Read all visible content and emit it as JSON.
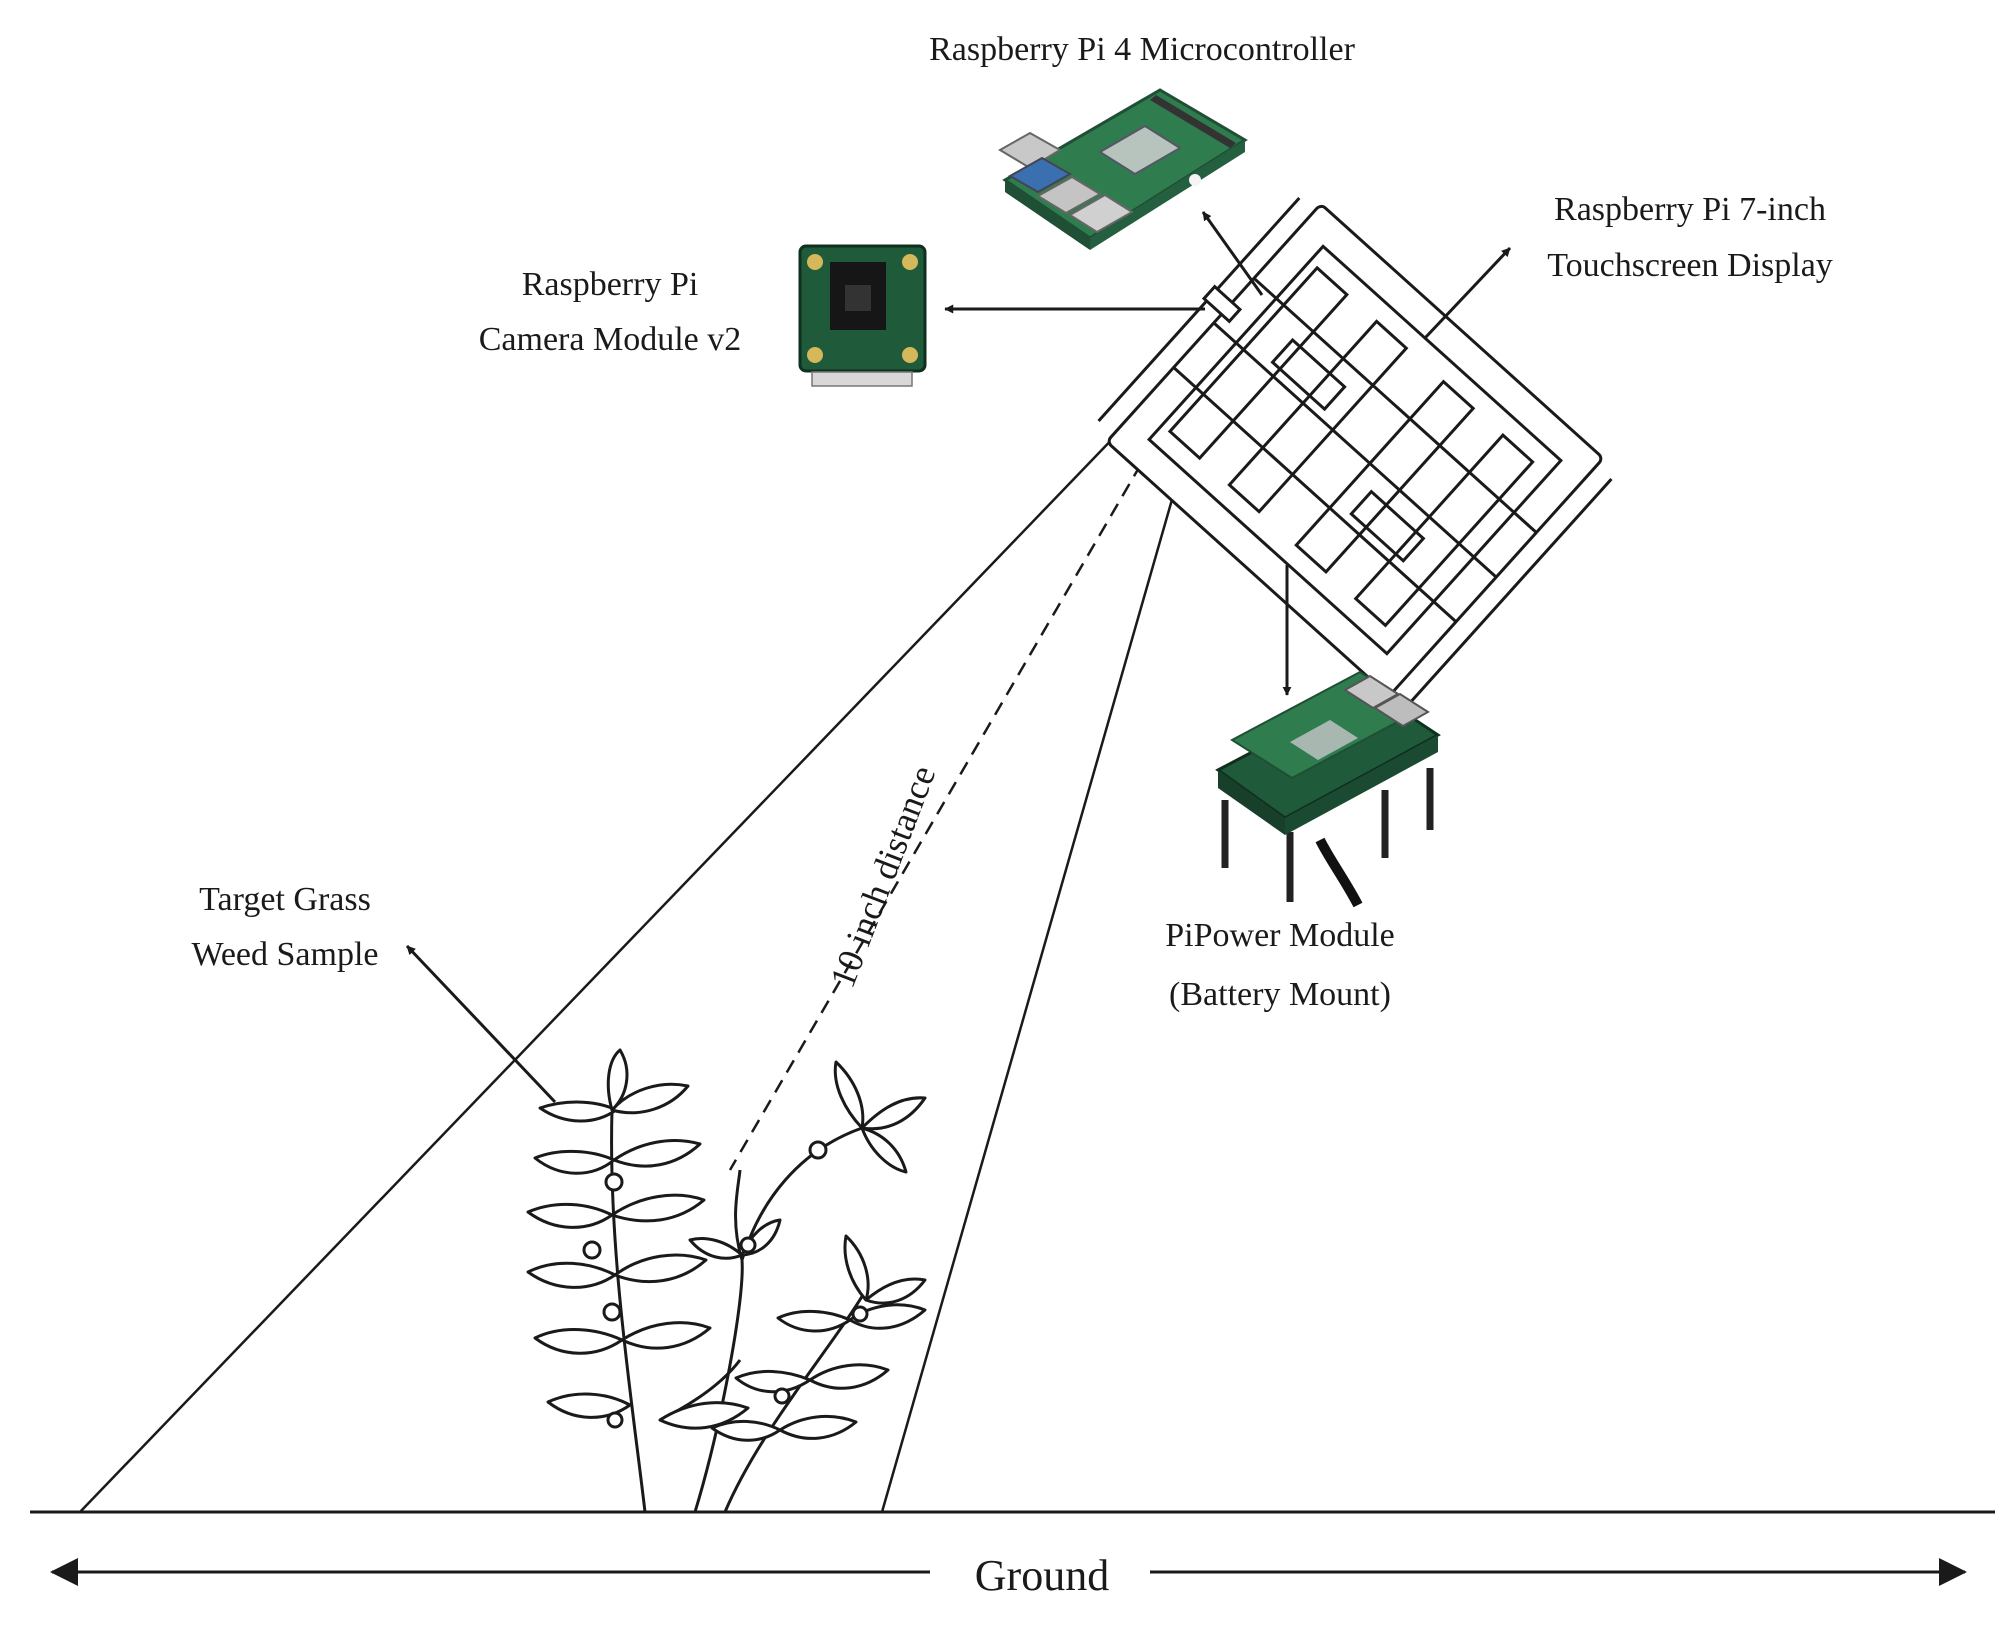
{
  "labels": {
    "microcontroller": "Raspberry Pi 4 Microcontroller",
    "display_line1": "Raspberry Pi 7-inch",
    "display_line2": "Touchscreen Display",
    "camera_line1": "Raspberry Pi",
    "camera_line2": "Camera Module v2",
    "power_line1": "PiPower Module",
    "power_line2": "(Battery Mount)",
    "target_line1": "Target Grass",
    "target_line2": "Weed Sample",
    "distance": "10 inch distance",
    "ground": "Ground"
  },
  "icons": {
    "microcontroller": "raspberry-pi-4-board",
    "camera": "camera-module-board",
    "display": "touchscreen-display-frame",
    "power": "pipower-battery-board",
    "plant": "weed-plant"
  },
  "colors": {
    "line": "#1a1a1a",
    "pcb_green": "#2f7d4f",
    "pcb_dark": "#1f4f35"
  }
}
